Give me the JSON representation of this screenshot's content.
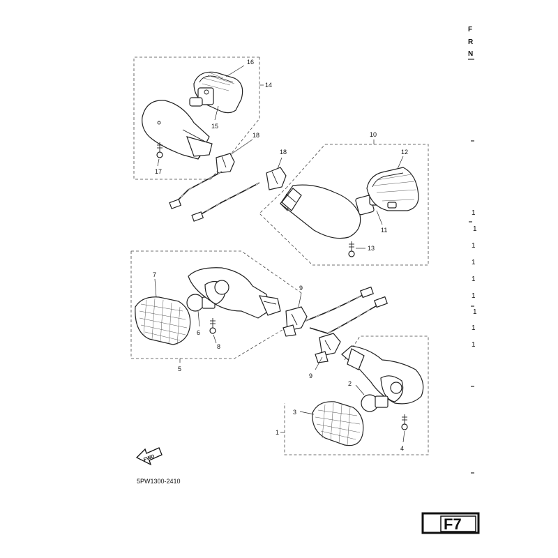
{
  "diagram": {
    "part_code": "5PW1300-2410",
    "page_label": "F7",
    "fwd_label": "FWD",
    "callouts": {
      "c1": "1",
      "c2": "2",
      "c3": "3",
      "c4": "4",
      "c5": "5",
      "c6": "6",
      "c7": "7",
      "c8": "8",
      "c9a": "9",
      "c9b": "9",
      "c10": "10",
      "c11": "11",
      "c12": "12",
      "c13": "13",
      "c14": "14",
      "c15": "15",
      "c16": "16",
      "c17": "17",
      "c18a": "18",
      "c18b": "18"
    }
  },
  "margin": {
    "letters": [
      "F",
      "R",
      "N"
    ],
    "numbers": [
      "1",
      "1",
      "1",
      "1",
      "1",
      "1",
      "1",
      "1",
      "1"
    ]
  }
}
